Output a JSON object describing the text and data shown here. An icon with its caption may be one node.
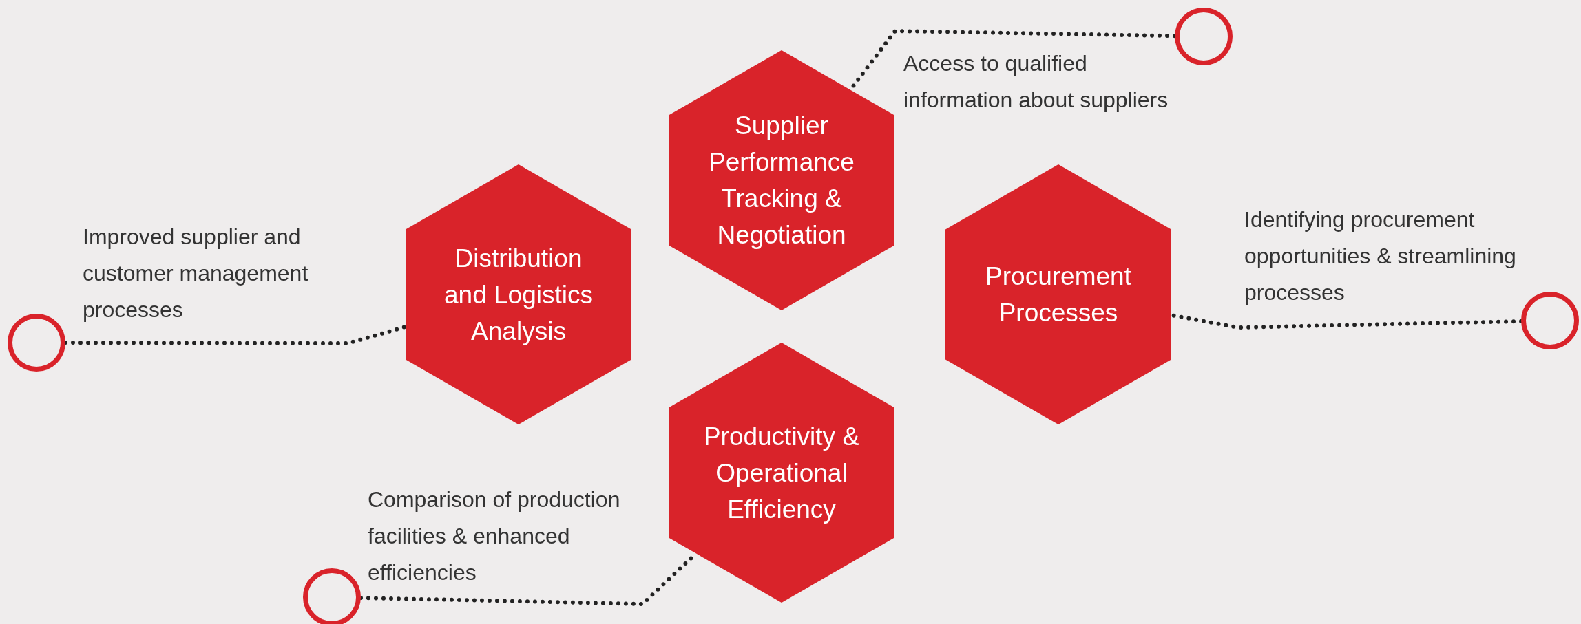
{
  "diagram": {
    "nodes": [
      {
        "text": [
          "Supplier Performance Tracking & Negotiation"
        ]
      },
      {
        "text": [],
        "shape": "circle",
        "beside": [
          "Access to qualified information about suppliers"
        ]
      },
      {
        "text": [
          "Distribution and Logistics Analysis"
        ]
      },
      {
        "text": [
          "Procurement Processes"
        ]
      },
      {
        "text": [],
        "shape": "circle",
        "beside": [
          "Improved supplier and customer management processes"
        ]
      },
      {
        "text": [],
        "shape": "circle",
        "beside": [
          "Identifying procurement opportunities & streamlining processes"
        ]
      },
      {
        "text": [
          "Productivity & Operational Efficiency"
        ]
      },
      {
        "text": [],
        "shape": "circle",
        "beside": [
          "Comparison of production facilities & enhanced efficiencies"
        ]
      }
    ],
    "edges": [
      {
        "from": 1,
        "to": 0,
        "arrow": "none"
      },
      {
        "from": 4,
        "to": 2,
        "arrow": "none"
      },
      {
        "from": 5,
        "to": 3,
        "arrow": "none"
      },
      {
        "from": 7,
        "to": 6,
        "arrow": "none"
      }
    ]
  }
}
